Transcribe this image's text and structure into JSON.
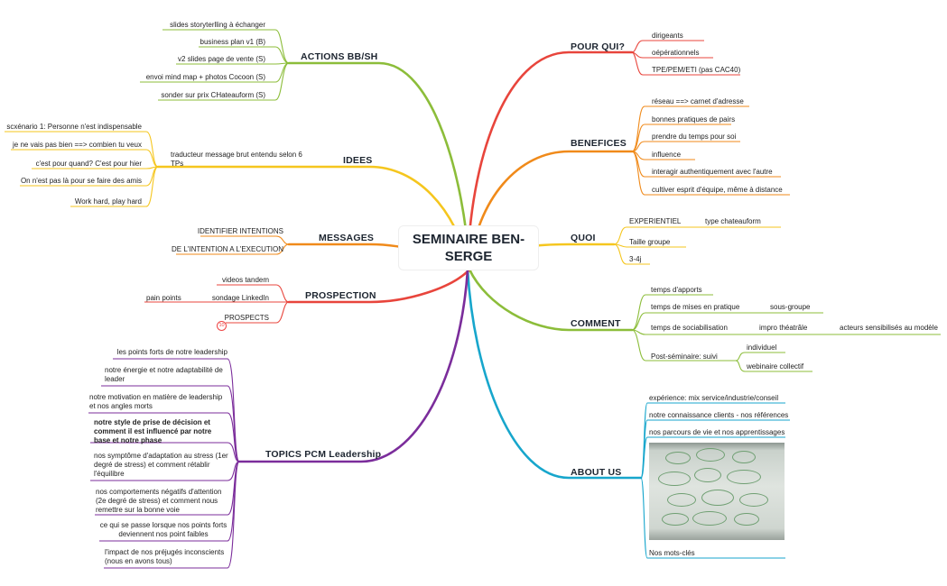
{
  "center": {
    "title": "SEMINAIRE BEN-SERGE"
  },
  "colors": {
    "pour_qui": "#e8453c",
    "benefices": "#f08a1a",
    "quoi": "#f5c61e",
    "comment": "#8cbd3a",
    "about": "#17a6cc",
    "actions": "#8cbd3a",
    "idees": "#f5c61e",
    "messages": "#f08a1a",
    "prospection": "#e8453c",
    "topics": "#7b2d9b"
  },
  "right": {
    "pour_qui": {
      "label": "POUR QUI?",
      "items": [
        "dirigeants",
        "oépérationnels",
        "TPE/PEM/ETI (pas CAC40)"
      ]
    },
    "benefices": {
      "label": "BENEFICES",
      "items": [
        "réseau ==> carnet d'adresse",
        "bonnes pratiques de pairs",
        "prendre du temps pour soi",
        "influence",
        "interagir authentiquement avec l'autre",
        "cultiver esprit d'équipe, même à distance"
      ]
    },
    "quoi": {
      "label": "QUOI",
      "items": [
        "EXPERIENTIEL",
        "type chateauform",
        "Taille groupe",
        "3-4j"
      ]
    },
    "comment": {
      "label": "COMMENT",
      "items": [
        "temps d'apports",
        "temps de mises en pratique",
        "sous-groupe",
        "temps de sociabilisation",
        "impro théatrâle",
        "acteurs sensibilisés au modèle",
        "Post-séminaire: suivi",
        "individuel",
        "webinaire collectif"
      ]
    },
    "about": {
      "label": "ABOUT US",
      "items": [
        "expérience: mix service/industrie/conseil",
        "notre connaissance clients - nos références",
        "nos parcours de vie et nos apprentissages",
        "Nos mots-clés"
      ]
    }
  },
  "left": {
    "actions": {
      "label": "ACTIONS BB/SH",
      "items": [
        "slides storyterlling à échanger",
        "business plan v1 (B)",
        "v2 slides page de vente (S)",
        "envoi mind map + photos Cocoon (S)",
        "sonder sur prix CHateauform (S)"
      ]
    },
    "idees": {
      "label": "IDEES",
      "items": [
        "traducteur message brut entendu selon 6 TPs",
        "scxénario 1: Personne n'est indispensable",
        "je ne vais pas bien ==> combien tu veux",
        "c'est pour quand? C'est pour hier",
        "On n'est pas là pour se faire des amis",
        "Work hard, play hard"
      ]
    },
    "messages": {
      "label": "MESSAGES",
      "items": [
        "IDENTIFIER INTENTIONS",
        "DE L'INTENTION A L'EXECUTION"
      ]
    },
    "prospection": {
      "label": "PROSPECTION",
      "items": [
        "videos tandem",
        "sondage LinkedIn",
        "pain points",
        "PROSPECTS"
      ],
      "badge": "10"
    },
    "topics": {
      "label": "TOPICS PCM Leadership",
      "items": [
        "les points forts de notre leadership",
        "notre énergie et notre adaptabilité de leader",
        "notre motivation en matière de leadership et nos angles morts",
        "notre style de prise de décision et comment il est influencé par notre base et notre phase",
        "nos symptôme d'adaptation au stress (1er degré de stress) et comment rétablir l'équilibre",
        "nos comportements négatifs d'attention (2e degré de stress) et comment nous remettre sur la bonne voie",
        "ce qui se passe lorsque nos points forts deviennent nos point faibles",
        "l'impact de nos préjugés inconscients (nous en avons tous)"
      ]
    }
  }
}
